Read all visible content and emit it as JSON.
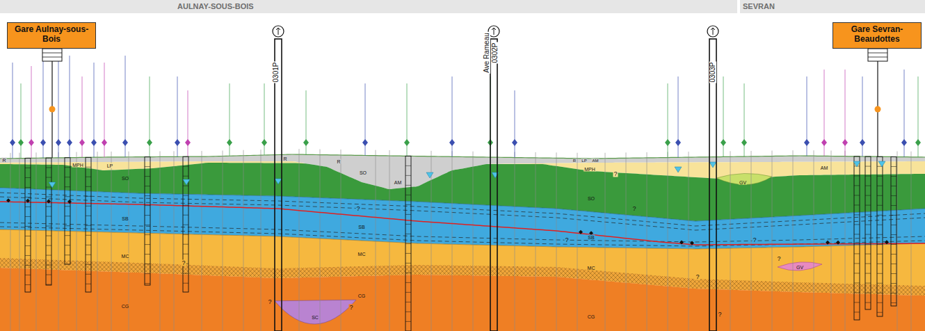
{
  "diagram": {
    "nodes": [
      {
        "text": [
          "AULNAY-SOUS-BOIS"
        ]
      },
      {
        "text": [
          "SEVRAN"
        ]
      },
      {
        "text": [
          "Gare Aulnay-sous-Bois"
        ]
      },
      {
        "text": [
          "Gare Sevran-Beaudottes"
        ]
      }
    ],
    "edges": [],
    "labels": [
      "0301P",
      "Ave Rameau",
      "0302P",
      "0303P",
      "R",
      "MPH",
      "LP",
      "SO",
      "SB",
      "MC",
      "CG",
      "R",
      "SO",
      "R",
      "AM",
      "SB",
      "MC",
      "CG",
      "SC",
      "R",
      "LP",
      "AM",
      "MPH",
      "SO",
      "SB",
      "MC",
      "CG",
      "AM",
      "GV",
      "GV",
      "?",
      "?",
      "?",
      "?",
      "?",
      "?",
      "?",
      "?",
      "?",
      "?",
      "?"
    ]
  }
}
